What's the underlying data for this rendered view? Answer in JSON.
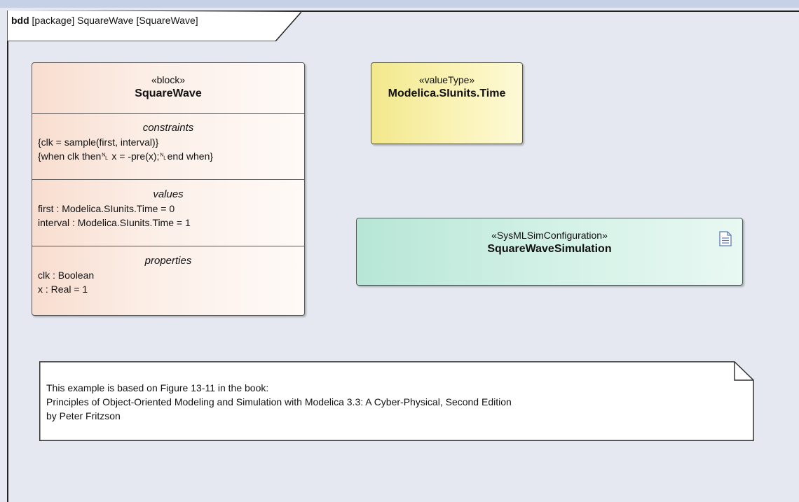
{
  "frame": {
    "kind": "bdd",
    "title": "[package] SquareWave [SquareWave]"
  },
  "block": {
    "stereotype": "«block»",
    "name": "SquareWave",
    "constraints": {
      "title": "constraints",
      "lines": [
        "{clk = sample(first, interval)}",
        "{when clk then␤ x = -pre(x);␤end when}"
      ]
    },
    "values": {
      "title": "values",
      "lines": [
        "first : Modelica.SIunits.Time = 0",
        "interval : Modelica.SIunits.Time = 1"
      ]
    },
    "properties": {
      "title": "properties",
      "lines": [
        "clk : Boolean",
        "x : Real = 1"
      ]
    }
  },
  "value_type": {
    "stereotype": "«valueType»",
    "name": "Modelica.SIunits.Time"
  },
  "sim_config": {
    "stereotype": "«SysMLSimConfiguration»",
    "name": "SquareWaveSimulation",
    "icon": "document-icon"
  },
  "note": {
    "lines": [
      "This example is based on Figure 13-11 in the book:",
      "Principles of Object-Oriented Modeling and Simulation with Modelica 3.3: A Cyber-Physical, Second Edition",
      "by Peter Fritzson"
    ]
  },
  "colors": {
    "background": "#e5e8f0",
    "block_fill": "#fcefe8",
    "value_type_fill": "#faf3b6",
    "sim_config_fill": "#d5f2e8"
  }
}
